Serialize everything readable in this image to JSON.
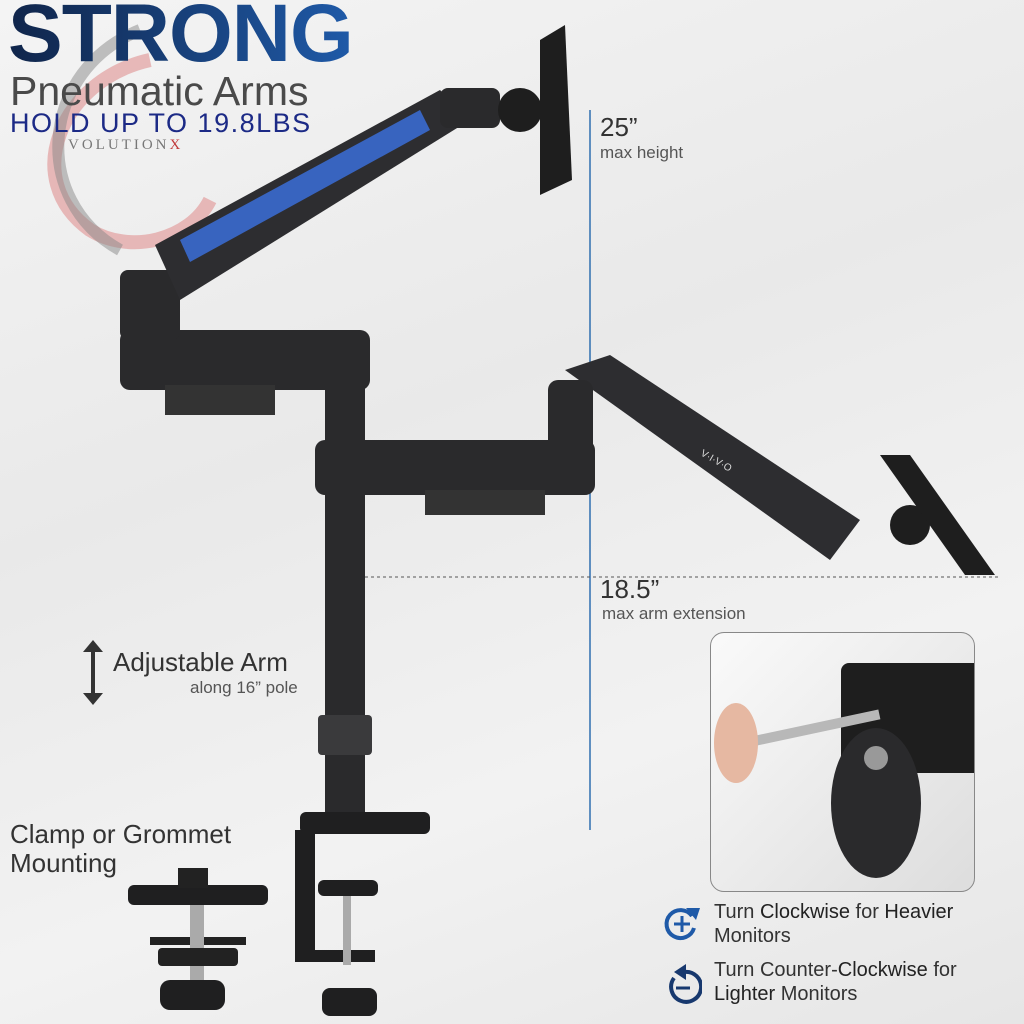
{
  "headline": {
    "title": "STRONG",
    "subtitle": "Pneumatic Arms",
    "capacity": "HOLD UP TO 19.8LBS"
  },
  "watermark": {
    "text": "VOLUTION",
    "suffix": "X"
  },
  "brand_mark": "V·I·V·O",
  "dimensions": {
    "height_value": "25”",
    "height_label": "max height",
    "extension_value": "18.5”",
    "extension_label": "max arm extension"
  },
  "adjustable": {
    "title": "Adjustable Arm",
    "subtitle": "along 16” pole"
  },
  "mounting": {
    "line1": "Clamp or Grommet",
    "line2": "Mounting"
  },
  "tips": [
    {
      "icon": "rotate-clockwise-plus-icon",
      "pre": "Turn ",
      "em1": "Clockwise",
      "mid": " for ",
      "em2": "Heavier",
      "post": " Monitors"
    },
    {
      "icon": "rotate-counterclockwise-minus-icon",
      "pre": "Turn Counter-",
      "em1": "Clockwise",
      "mid": " for ",
      "em2": "Lighter",
      "post": " Monitors"
    }
  ],
  "colors": {
    "accent": "#1f5aa8",
    "navy": "#1c2a86",
    "arm": "#2a2a2c",
    "guide_line": "#2f6fb0"
  }
}
